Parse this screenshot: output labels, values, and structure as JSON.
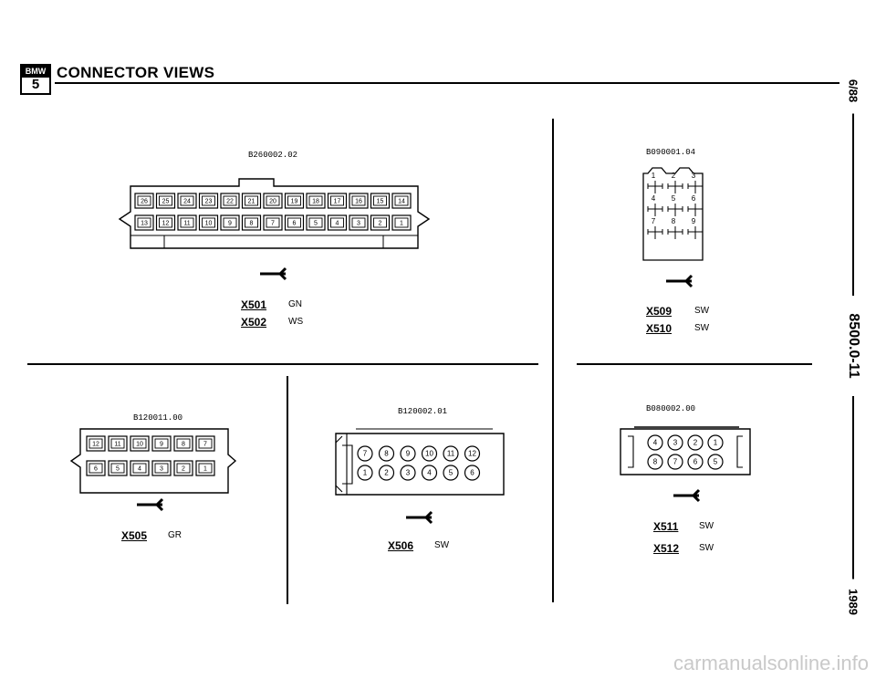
{
  "header": {
    "title": "CONNECTOR VIEWS",
    "logo_top": "BMW",
    "logo_bottom": "5"
  },
  "side_margin": {
    "date": "6/88",
    "page": "8500.0-11",
    "year": "1989"
  },
  "connectors": {
    "c1": {
      "part_no": "B260002.02",
      "rows": [
        [
          "26",
          "25",
          "24",
          "23",
          "22",
          "21",
          "20",
          "19",
          "18",
          "17",
          "16",
          "15",
          "14"
        ],
        [
          "13",
          "12",
          "11",
          "10",
          "9",
          "8",
          "7",
          "6",
          "5",
          "4",
          "3",
          "2",
          "1"
        ]
      ],
      "ids": [
        {
          "id": "X501",
          "color": "GN"
        },
        {
          "id": "X502",
          "color": "WS"
        }
      ]
    },
    "c2": {
      "part_no": "B090001.04",
      "pins": [
        "1",
        "2",
        "3",
        "4",
        "5",
        "6",
        "7",
        "8",
        "9"
      ],
      "ids": [
        {
          "id": "X509",
          "color": "SW"
        },
        {
          "id": "X510",
          "color": "SW"
        }
      ]
    },
    "c3": {
      "part_no": "B120011.00",
      "rows": [
        [
          "12",
          "11",
          "10",
          "9",
          "8",
          "7"
        ],
        [
          "6",
          "5",
          "4",
          "3",
          "2",
          "1"
        ]
      ],
      "ids": [
        {
          "id": "X505",
          "color": "GR"
        }
      ]
    },
    "c4": {
      "part_no": "B120002.01",
      "rows": [
        [
          "7",
          "8",
          "9",
          "10",
          "11",
          "12"
        ],
        [
          "1",
          "2",
          "3",
          "4",
          "5",
          "6"
        ]
      ],
      "ids": [
        {
          "id": "X506",
          "color": "SW"
        }
      ]
    },
    "c5": {
      "part_no": "B080002.00",
      "rows": [
        [
          "4",
          "3",
          "2",
          "1"
        ],
        [
          "8",
          "7",
          "6",
          "5"
        ]
      ],
      "ids": [
        {
          "id": "X511",
          "color": "SW"
        },
        {
          "id": "X512",
          "color": "SW"
        }
      ]
    }
  },
  "watermark": "carmanualsonline.info"
}
